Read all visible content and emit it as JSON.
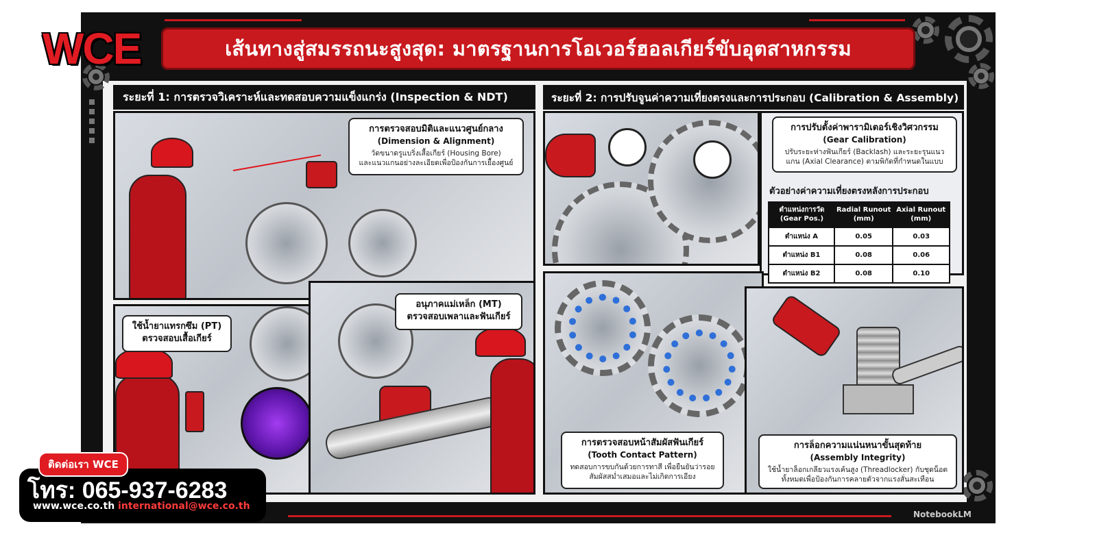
{
  "colors": {
    "brand_red": "#c8191e",
    "frame_black": "#111111",
    "accent_blue": "#2f6fd8",
    "uv_purple": "#7a22d0"
  },
  "logo": {
    "text": "WCE"
  },
  "title": "เส้นทางสู่สมรรถนะสูงสุด: มาตรฐานการโอเวอร์ฮอลเกียร์ขับอุตสาหกรรม",
  "phase1": {
    "header": "ระยะที่ 1: การตรวจวิเคราะห์และทดสอบความแข็งแกร่ง (Inspection & NDT)",
    "dimension": {
      "title": "การตรวจสอบมิติและแนวศูนย์กลาง",
      "subtitle": "(Dimension & Alignment)",
      "desc1": "วัดขนาดรูแบริ่งเสื้อเกียร์ (Housing Bore)",
      "desc2": "และแนวแกนอย่างละเอียดเพื่อป้องกันการเยื้องศูนย์"
    },
    "pt": {
      "line1": "ใช้น้ำยาแทรกซึม (PT)",
      "line2": "ตรวจสอบเสื้อเกียร์"
    },
    "mt": {
      "line1": "อนุภาคแม่เหล็ก (MT)",
      "line2": "ตรวจสอบเพลาและฟันเกียร์"
    }
  },
  "phase2": {
    "header": "ระยะที่ 2: การปรับจูนค่าความเที่ยงตรงและการประกอบ (Calibration & Assembly)",
    "calibration": {
      "title": "การปรับตั้งค่าพารามิเตอร์เชิงวิศวกรรม",
      "subtitle": "(Gear Calibration)",
      "desc1": "ปรับระยะห่างฟันเกียร์ (Backlash) และระยะรุนแนว",
      "desc2": "แกน (Axial Clearance) ตามพิกัดที่กำหนดในแบบ"
    },
    "table": {
      "title": "ตัวอย่างค่าความเที่ยงตรงหลังการประกอบ",
      "headers": [
        "ตำแหน่งการวัด (Gear Pos.)",
        "Radial Runout (mm)",
        "Axial Runout (mm)"
      ],
      "rows": [
        [
          "ตำแหน่ง A",
          "0.05",
          "0.03"
        ],
        [
          "ตำแหน่ง B1",
          "0.08",
          "0.06"
        ],
        [
          "ตำแหน่ง B2",
          "0.08",
          "0.10"
        ]
      ]
    },
    "contact": {
      "title": "การตรวจสอบหน้าสัมผัสฟันเกียร์",
      "subtitle": "(Tooth Contact Pattern)",
      "desc1": "ทดสอบการขบกันด้วยการทาสี เพื่อยืนยันว่ารอย",
      "desc2": "สัมผัสสม่ำเสมอและไม่เกิดการเอียง"
    },
    "assembly": {
      "title": "การล็อกความแน่นหนาขั้นสุดท้าย",
      "subtitle": "(Assembly Integrity)",
      "desc1": "ใช้น้ำยาล็อกเกลียวแรงเค้นสูง (Threadlocker) กับชุดน็อต",
      "desc2": "ทั้งหมดเพื่อป้องกันการคลายตัวจากแรงสั่นสะเทือน"
    }
  },
  "footer": {
    "contact_badge": "ติดต่อเรา WCE",
    "phone": "โทร: 065-937-6283",
    "website": "www.wce.co.th",
    "email": "international@wce.co.th",
    "watermark": "NotebookLM"
  }
}
